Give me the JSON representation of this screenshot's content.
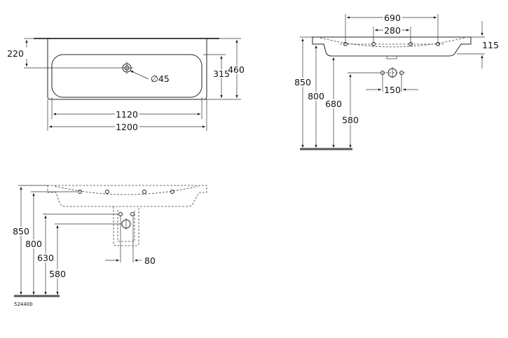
{
  "top_view": {
    "dim_rim_to_drain": "220",
    "dim_basin_depth": "315",
    "dim_total_depth": "460",
    "dim_basin_width": "1120",
    "dim_total_width": "1200",
    "drain_diameter": "∅45"
  },
  "side_view": {
    "dim_height_rim": "850",
    "dim_height_underside": "800",
    "dim_height_bottom": "680",
    "dim_height_supply": "580",
    "dim_outer_holes": "690",
    "dim_inner_holes": "280",
    "dim_rim_thickness": "115",
    "dim_supply_spacing": "150"
  },
  "front_view": {
    "dim_height_rim": "850",
    "dim_height_underside": "800",
    "dim_height_supply": "630",
    "dim_height_drain": "580",
    "dim_supply_spacing": "80",
    "product_code": "524400"
  }
}
